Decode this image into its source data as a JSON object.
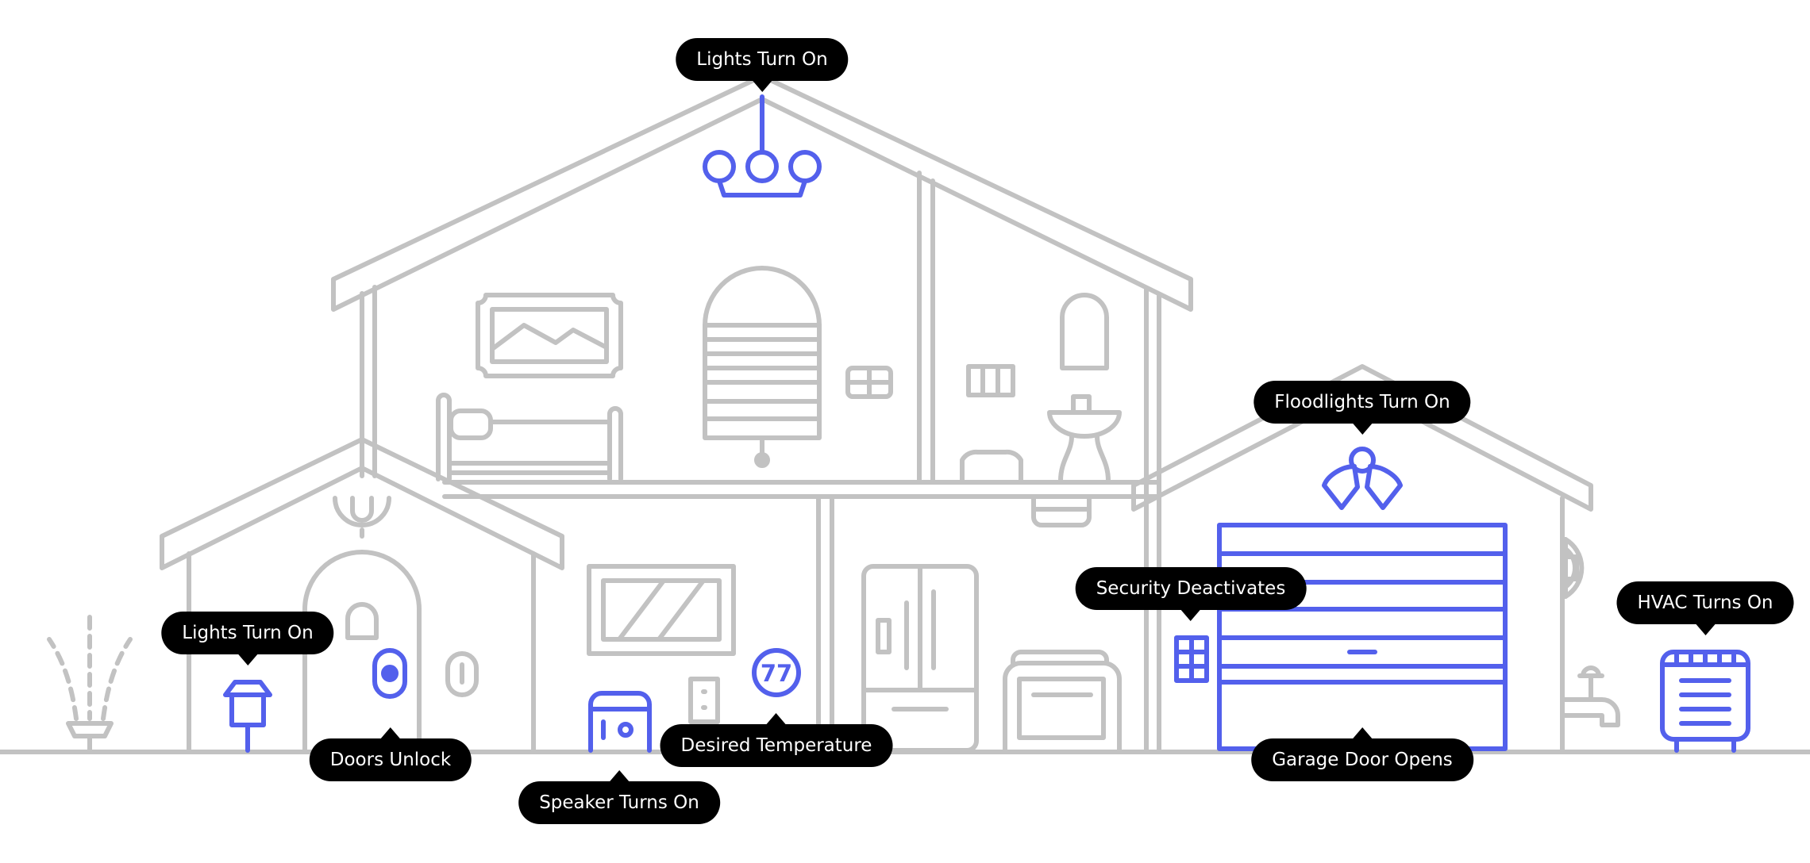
{
  "colors": {
    "outline": "#c2c2c2",
    "accent": "#5360ec",
    "label_bg": "#000000",
    "label_text": "#ffffff"
  },
  "thermostat": {
    "reading": "77"
  },
  "labels": {
    "upstairs_lights": "Lights Turn On",
    "floodlights": "Floodlights Turn On",
    "security": "Security Deactivates",
    "hvac": "HVAC Turns On",
    "porch_lights": "Lights Turn On",
    "doors": "Doors Unlock",
    "speaker": "Speaker Turns On",
    "temperature": "Desired Temperature",
    "garage_door": "Garage Door Opens"
  }
}
